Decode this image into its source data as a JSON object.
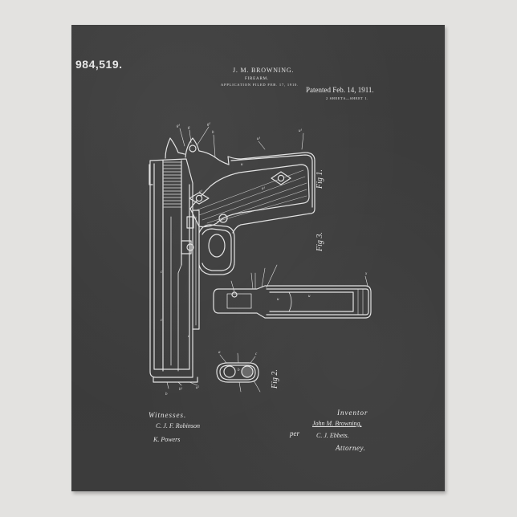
{
  "poster": {
    "patent_number": "984,519.",
    "inventor_name": "J. M. BROWNING.",
    "title": "FIREARM.",
    "application_filed": "APPLICATION FILED FEB. 17, 1910.",
    "patented": "Patented Feb. 14, 1911.",
    "sheets": "2 SHEETS—SHEET 1.",
    "figures": {
      "fig1": "Fig 1.",
      "fig2": "Fig 2.",
      "fig3": "Fig 3."
    },
    "signatures": {
      "witnesses_label": "Witnesses.",
      "witness1": "C. J. F. Robinson",
      "witness2": "K. Powers",
      "inventor_label": "Inventor",
      "inventor_signature": "John M. Browning,",
      "per_label": "per",
      "attorney_signature": "C. J. Ebbets.",
      "attorney_label": "Attorney."
    },
    "colors": {
      "chalkboard": "#3b3b3b",
      "chalk": "#e6e6e6",
      "wall": "#e3e2e0"
    }
  }
}
